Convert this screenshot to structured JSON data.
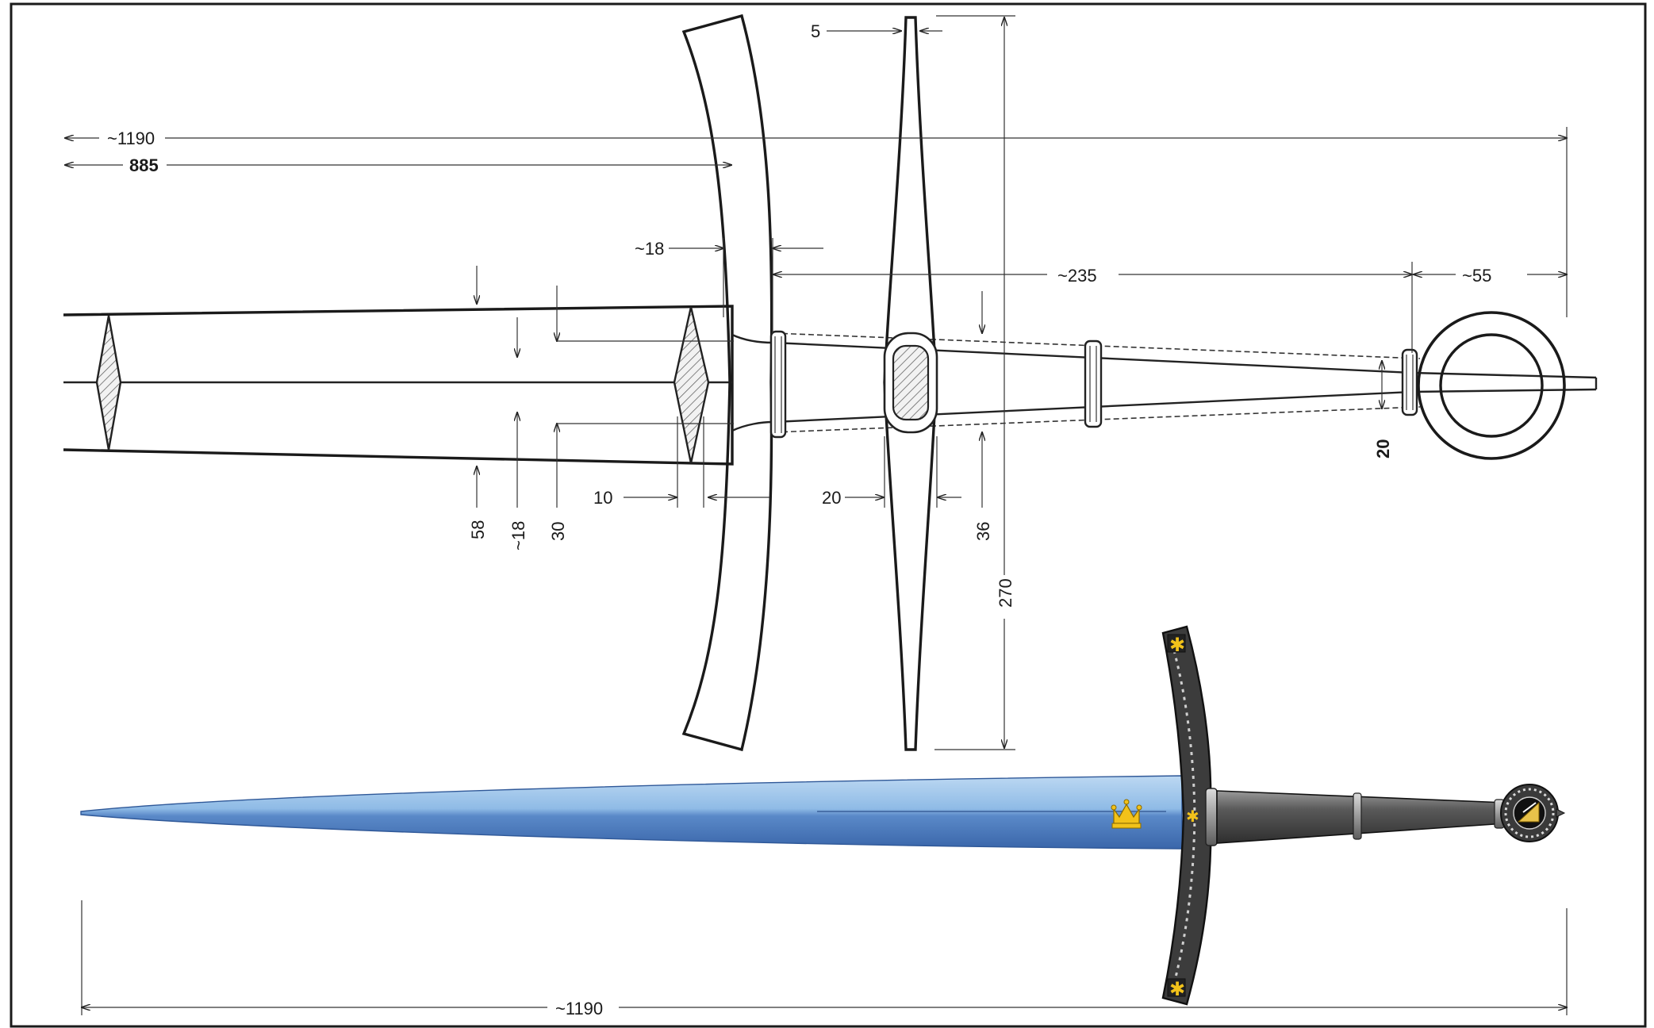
{
  "dimensions": {
    "overall_length_top": "~1190",
    "blade_length": "885",
    "crossguard_thickness": "~18",
    "guard_tip_width": "5",
    "grip_length": "~235",
    "pommel_length": "~55",
    "blade_base_width": "58",
    "blade_base_thickness": "~18",
    "tang_width": "30",
    "ricasso_offset": "10",
    "guard_block_width": "20",
    "grip_diameter": "36",
    "crossguard_length": "270",
    "tang_end_width": "20",
    "overall_length_bottom": "~1190"
  },
  "colors": {
    "blade_light": "#a9cdee",
    "blade_dark": "#3f6fb3",
    "grip": "#4d4d4d",
    "guard": "#3a3a3a",
    "gold": "#f2c21a",
    "line": "#222222"
  }
}
